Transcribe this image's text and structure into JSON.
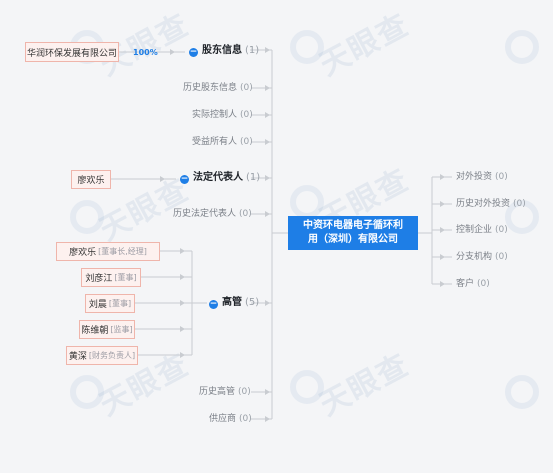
{
  "watermark": "天眼查",
  "center": {
    "line1": "中资环电器电子循环利",
    "line2": "用（深圳）有限公司"
  },
  "left_branches": {
    "shareholder": {
      "label": "股东信息",
      "count": "(1)"
    },
    "hist_shareholder": {
      "label": "历史股东信息",
      "count": "(0)"
    },
    "actual_controller": {
      "label": "实际控制人",
      "count": "(0)"
    },
    "beneficiary": {
      "label": "受益所有人",
      "count": "(0)"
    },
    "legal_rep": {
      "label": "法定代表人",
      "count": "(1)"
    },
    "hist_legal_rep": {
      "label": "历史法定代表人",
      "count": "(0)"
    },
    "executives": {
      "label": "高管",
      "count": "(5)"
    },
    "hist_executives": {
      "label": "历史高管",
      "count": "(0)"
    },
    "suppliers": {
      "label": "供应商",
      "count": "(0)"
    }
  },
  "right_branches": {
    "investment": {
      "label": "对外投资",
      "count": "(0)"
    },
    "hist_investment": {
      "label": "历史对外投资",
      "count": "(0)"
    },
    "controlled": {
      "label": "控制企业",
      "count": "(0)"
    },
    "branch_office": {
      "label": "分支机构",
      "count": "(0)"
    },
    "customers": {
      "label": "客户",
      "count": "(0)"
    }
  },
  "shareholder_box": {
    "name": "华润环保发展有限公司",
    "percent": "100%"
  },
  "legal_rep_box": {
    "name": "廖欢乐"
  },
  "executive_boxes": [
    {
      "name": "廖欢乐",
      "role": "[董事长,经理]"
    },
    {
      "name": "刘彦江",
      "role": "[董事]"
    },
    {
      "name": "刘晨",
      "role": "[董事]"
    },
    {
      "name": "陈维朝",
      "role": "[监事]"
    },
    {
      "name": "黄深",
      "role": "[财务负责人]"
    }
  ],
  "colors": {
    "accent": "#1e7ee6",
    "box_fill": "#fdf1ef",
    "box_border": "#efb5ab"
  }
}
